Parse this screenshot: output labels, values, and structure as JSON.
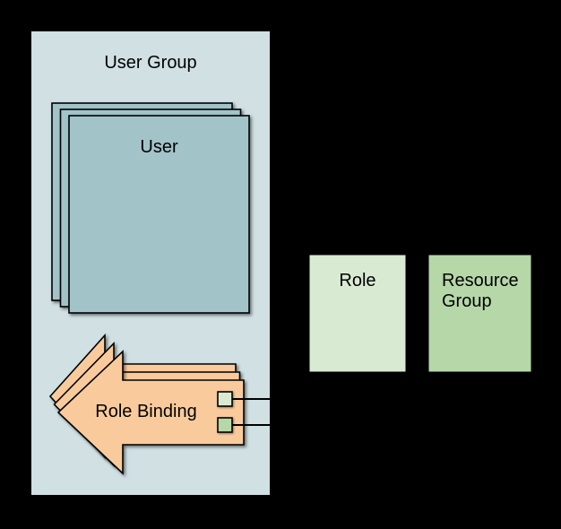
{
  "diagram": {
    "background_color": "#000000",
    "text_color": "#000000",
    "connector_color": "#000000",
    "user_group": {
      "label": "User Group",
      "fill": "#d0e0e3"
    },
    "user_stack": {
      "label": "User",
      "fill": "#a2c4c9",
      "count": 3
    },
    "role_binding": {
      "label": "Role Binding",
      "fill": "#f9cb9c",
      "count": 3,
      "references": [
        {
          "name": "role-reference",
          "fill": "#d9ead3"
        },
        {
          "name": "resource-group-reference",
          "fill": "#b6d7a8"
        }
      ]
    },
    "role": {
      "label": "Role",
      "fill": "#d9ead3"
    },
    "resource_group": {
      "label": "Resource Group",
      "fill": "#b6d7a8"
    }
  }
}
